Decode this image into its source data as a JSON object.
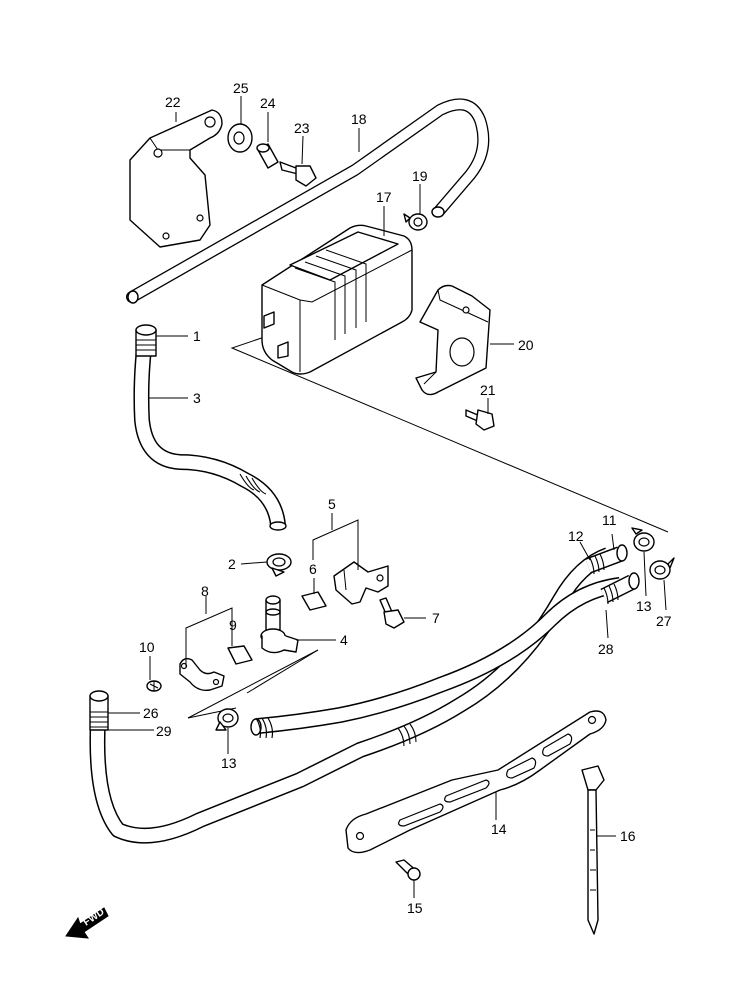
{
  "diagram": {
    "part_numbers": {
      "p1": "1",
      "p2": "2",
      "p3": "3",
      "p4": "4",
      "p5": "5",
      "p6": "6",
      "p7": "7",
      "p8": "8",
      "p9": "9",
      "p10": "10",
      "p11": "11",
      "p12": "12",
      "p13a": "13",
      "p13b": "13",
      "p14": "14",
      "p15": "15",
      "p16": "16",
      "p17": "17",
      "p18": "18",
      "p19": "19",
      "p20": "20",
      "p21": "21",
      "p22": "22",
      "p23": "23",
      "p24": "24",
      "p25": "25",
      "p26": "26",
      "p27": "27",
      "p28": "28",
      "p29": "29"
    },
    "fwd_label": "FWD"
  }
}
